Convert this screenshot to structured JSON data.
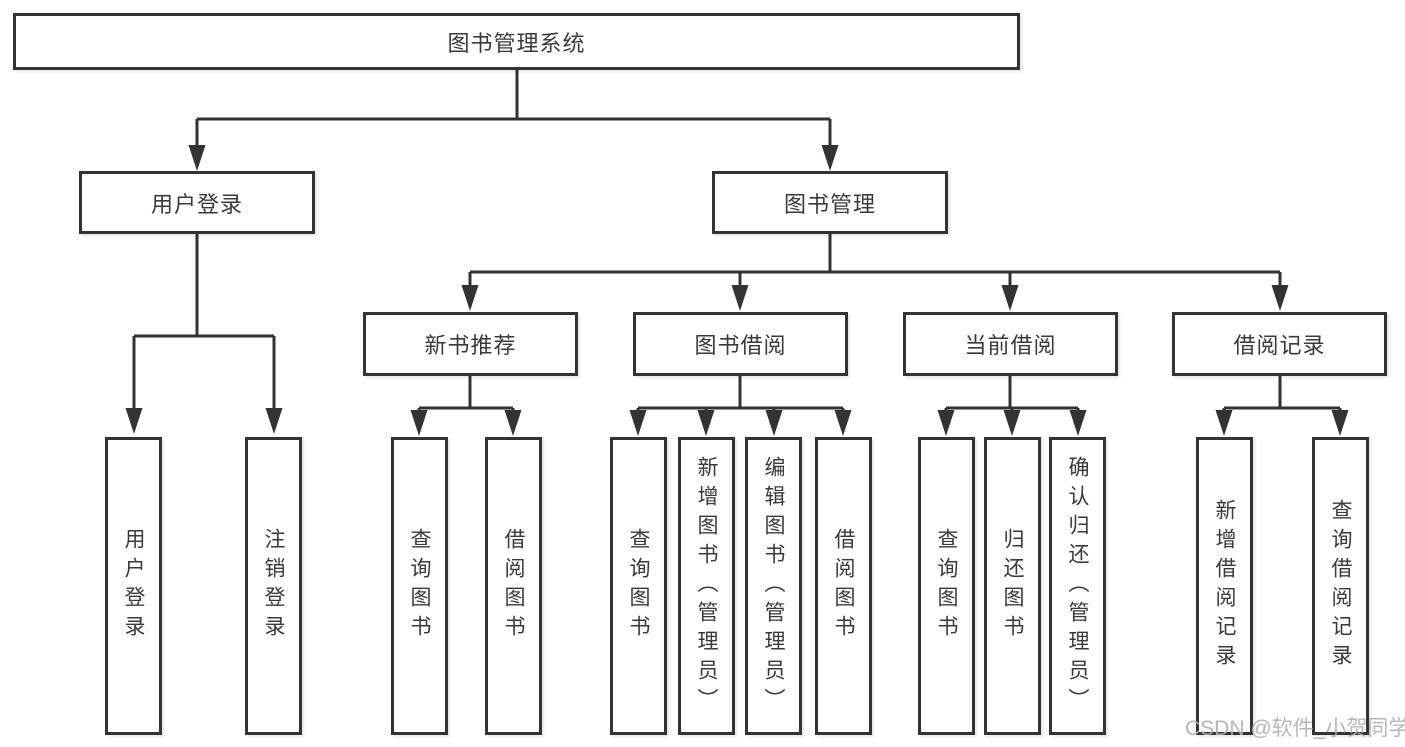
{
  "colors": {
    "line": "#333333",
    "text": "#3a3a3a",
    "box_background": "#ffffff",
    "page_background": "#ffffff",
    "watermark": "#b0b0b0"
  },
  "tree": {
    "root": {
      "label": "图书管理系统"
    },
    "branches": [
      {
        "label": "用户登录",
        "children": [
          {
            "label": "用户登录"
          },
          {
            "label": "注销登录"
          }
        ]
      },
      {
        "label": "图书管理",
        "children": [
          {
            "label": "新书推荐",
            "children": [
              {
                "label": "查询图书"
              },
              {
                "label": "借阅图书"
              }
            ]
          },
          {
            "label": "图书借阅",
            "children": [
              {
                "label": "查询图书"
              },
              {
                "label": "新增图书（管理员）"
              },
              {
                "label": "编辑图书（管理员）"
              },
              {
                "label": "借阅图书"
              }
            ]
          },
          {
            "label": "当前借阅",
            "children": [
              {
                "label": "查询图书"
              },
              {
                "label": "归还图书"
              },
              {
                "label": "确认归还（管理员）"
              }
            ]
          },
          {
            "label": "借阅记录",
            "children": [
              {
                "label": "新增借阅记录"
              },
              {
                "label": "查询借阅记录"
              }
            ]
          }
        ]
      }
    ]
  },
  "watermark": {
    "text": "CSDN @软件_小贺同学"
  }
}
